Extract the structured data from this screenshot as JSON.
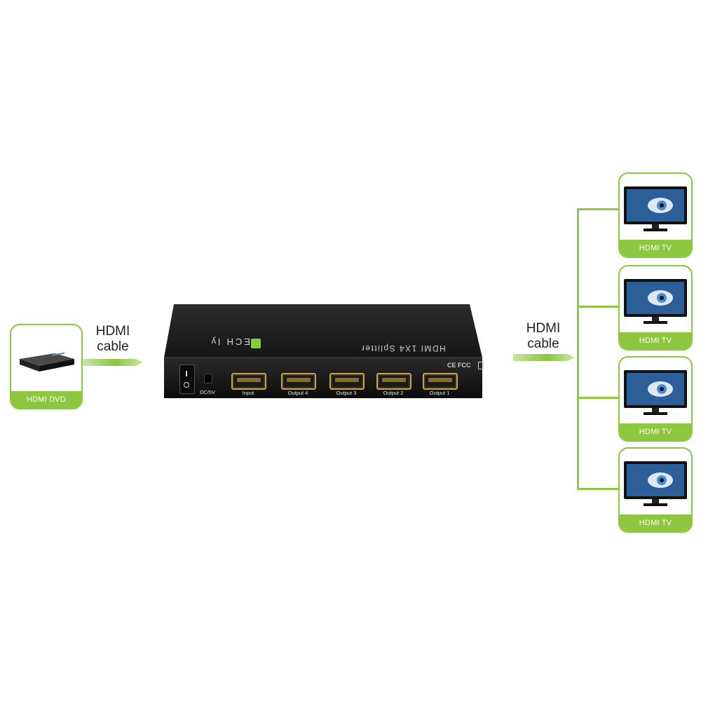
{
  "source_device": {
    "caption": "HDMI DVD"
  },
  "input_cable": {
    "line1": "HDMI",
    "line2": "cable"
  },
  "output_cable": {
    "line1": "HDMI",
    "line2": "cable"
  },
  "splitter": {
    "brand": "TECH ly",
    "model": "HDMI 1X4 Splitter",
    "certifications": "CE FCC",
    "power_label": "DC/5V",
    "ports": [
      "Input",
      "Output 4",
      "Output 3",
      "Output 2",
      "Output 1"
    ]
  },
  "outputs": [
    {
      "caption": "HDMI TV"
    },
    {
      "caption": "HDMI TV"
    },
    {
      "caption": "HDMI TV"
    },
    {
      "caption": "HDMI TV"
    }
  ],
  "colors": {
    "accent": "#8dc63f",
    "device_body": "#1e1e1e"
  }
}
